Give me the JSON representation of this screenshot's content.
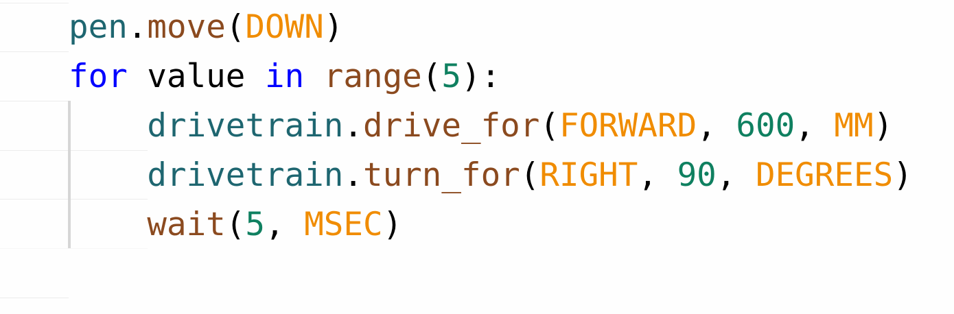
{
  "editor": {
    "language": "python",
    "colors": {
      "object": "#1e6670",
      "function": "#8b4a1f",
      "constant": "#f08c00",
      "number": "#0f8060",
      "keyword": "#0000ff",
      "plain": "#000000",
      "indent_guide": "#d6d6d6"
    },
    "lines": [
      {
        "text": "pen.move(DOWN)",
        "tokens": [
          "pen",
          ".",
          "move",
          "(",
          "DOWN",
          ")"
        ]
      },
      {
        "text": "for value in range(5):",
        "tokens": [
          "for",
          " value ",
          "in",
          " ",
          "range",
          "(",
          "5",
          "):"
        ]
      },
      {
        "text": "    drivetrain.drive_for(FORWARD, 600, MM)",
        "tokens": [
          "    ",
          "drivetrain",
          ".",
          "drive_for",
          "(",
          "FORWARD",
          ", ",
          "600",
          ", ",
          "MM",
          ")"
        ]
      },
      {
        "text": "    drivetrain.turn_for(RIGHT, 90, DEGREES)",
        "tokens": [
          "    ",
          "drivetrain",
          ".",
          "turn_for",
          "(",
          "RIGHT",
          ", ",
          "90",
          ", ",
          "DEGREES",
          ")"
        ]
      },
      {
        "text": "    wait(5, MSEC)",
        "tokens": [
          "    ",
          "wait",
          "(",
          "5",
          ", ",
          "MSEC",
          ")"
        ]
      }
    ]
  }
}
